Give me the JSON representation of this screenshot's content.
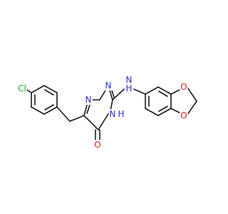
{
  "molecule": {
    "atoms": {
      "cl": "Cl",
      "n1": "N",
      "n2": "N",
      "n4": "N",
      "h4": "H",
      "nh_n": "N",
      "nh_h": "H",
      "o_carbonyl": "O",
      "o_diox1": "O",
      "o_diox2": "O"
    },
    "colors": {
      "bond": "#1a1a1a",
      "nitrogen": "#2e2ec8",
      "oxygen": "#e01b1b",
      "chlorine": "#1db31d"
    }
  }
}
